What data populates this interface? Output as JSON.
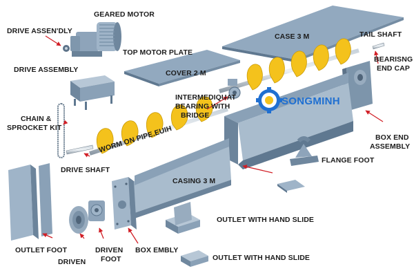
{
  "labels": {
    "geared_motor": "GEARED MOTOR",
    "drive_assembly_top": "DRIVE ASSEN'DLY",
    "drive_assembly": "DRIVE ASSEMBLY",
    "top_motor_plate": "TOP MOTOR PLATE",
    "case_3m": "CASE 3 M",
    "tail_shaft": "TAIL SHAFT",
    "bearing_end_cap_line1": "BEARISNG",
    "bearing_end_cap_line2": "END CAP",
    "cover_2m": "COVER 2 M",
    "intermediate_line1": "INTERMEDIQUAT",
    "intermediate_line2": "BEARING WITH",
    "intermediate_line3": "BRIDGE",
    "chain_line1": "CHAIN &",
    "chain_line2": "SPROCKET KIT",
    "worm_pipe": "WORM ON PIPE.EUIH",
    "box_end_line1": "BOX END",
    "box_end_line2": "ASSEMBLY",
    "drive_shaft": "DRIVE SHAFT",
    "flange_foot": "FLANGE FOOT",
    "casing_3m": "CASING 3 M",
    "outlet_hand_slide_1": "OUTLET WITH HAND SLIDE",
    "outlet_foot": "OUTLET FOOT",
    "driven_line1": "DRIVEN",
    "driven_line2": "FOOT",
    "driven": "DRIVEN",
    "box_embly": "BOX EMBLY",
    "outlet_hand_slide_2": "OUTLET WITH HAND SLIDE"
  },
  "logo": {
    "text": "SONGMINH"
  },
  "colors": {
    "steel_face": "#8fa6bc",
    "steel_light": "#b4c6d6",
    "steel_dark": "#5f7890",
    "flight_yellow": "#f4c21c",
    "arrow_red": "#d11f26",
    "logo_blue": "#1f6fd1"
  }
}
